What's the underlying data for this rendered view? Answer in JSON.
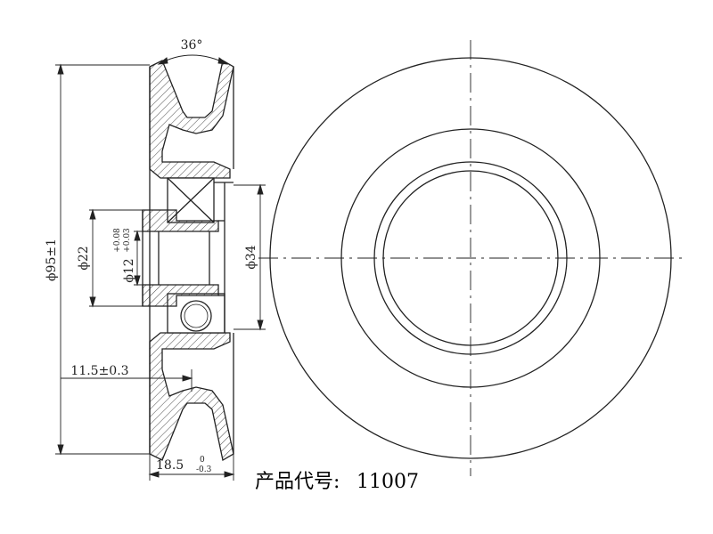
{
  "drawing": {
    "product_code_label": "产品代号:",
    "product_code": "11007",
    "dimensions": {
      "groove_angle": "36°",
      "outer_diameter": "ϕ95±1",
      "hub_diameter": "ϕ22",
      "bore_diameter": "ϕ12",
      "bore_tol_upper": "+0.08",
      "bore_tol_lower": "+0.03",
      "bearing_diameter": "ϕ34",
      "offset": "11.5±0.3",
      "width": "18.5",
      "width_tol_upper": "0",
      "width_tol_lower": "-0.3"
    }
  }
}
